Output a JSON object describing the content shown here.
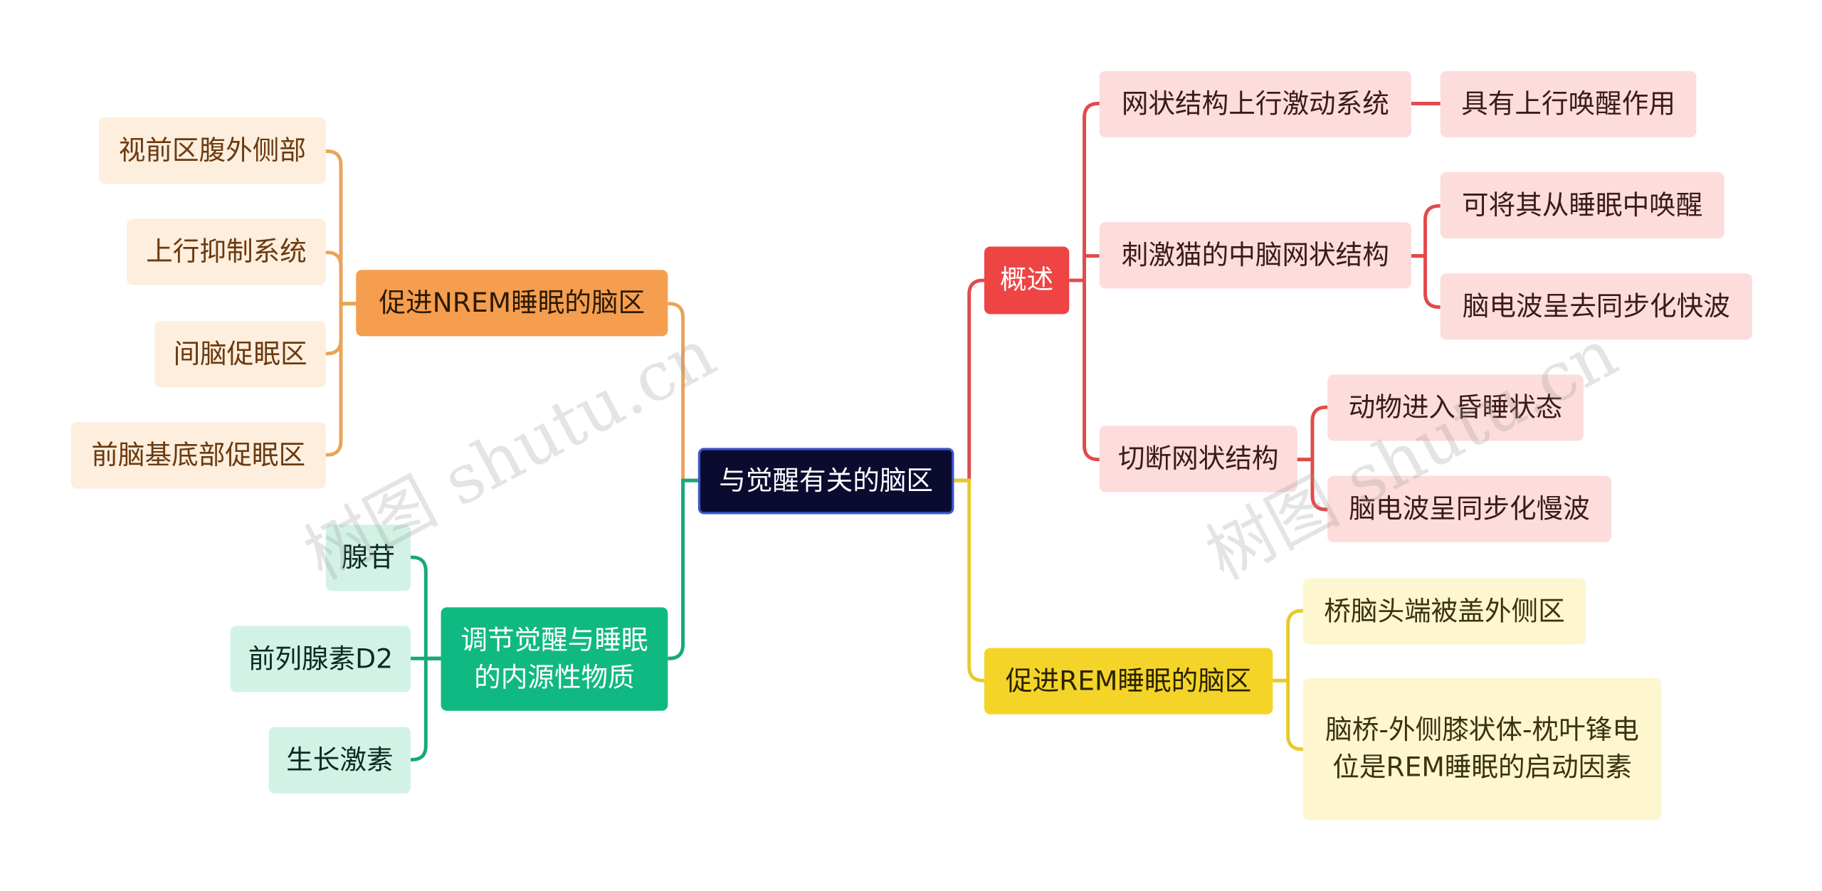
{
  "root": {
    "label": "与觉醒有关的脑区"
  },
  "branches": {
    "overview": {
      "label": "概述",
      "color": "#e14b4b",
      "children": [
        {
          "label": "网状结构上行激动系统",
          "children": [
            "具有上行唤醒作用"
          ]
        },
        {
          "label": "刺激猫的中脑网状结构",
          "children": [
            "可将其从睡眠中唤醒",
            "脑电波呈去同步化快波"
          ]
        },
        {
          "label": "切断网状结构",
          "children": [
            "动物进入昏睡状态",
            "脑电波呈同步化慢波"
          ]
        }
      ]
    },
    "rem": {
      "label": "促进REM睡眠的脑区",
      "color": "#e8c92a",
      "children": [
        "桥脑头端被盖外侧区",
        "脑桥-外侧膝状体-枕叶锋电位是REM睡眠的启动因素"
      ]
    },
    "nrem": {
      "label": "促进NREM睡眠的脑区",
      "color": "#e9a45a",
      "children": [
        "视前区腹外侧部",
        "上行抑制系统",
        "间脑促眠区",
        "前脑基底部促眠区"
      ]
    },
    "endogenous": {
      "label": "调节觉醒与睡眠的内源性物质",
      "color": "#16a979",
      "children": [
        "腺苷",
        "前列腺素D2",
        "生长激素"
      ]
    }
  },
  "watermark": [
    "树图 shutu.cn",
    "树图 shutu.cn"
  ]
}
